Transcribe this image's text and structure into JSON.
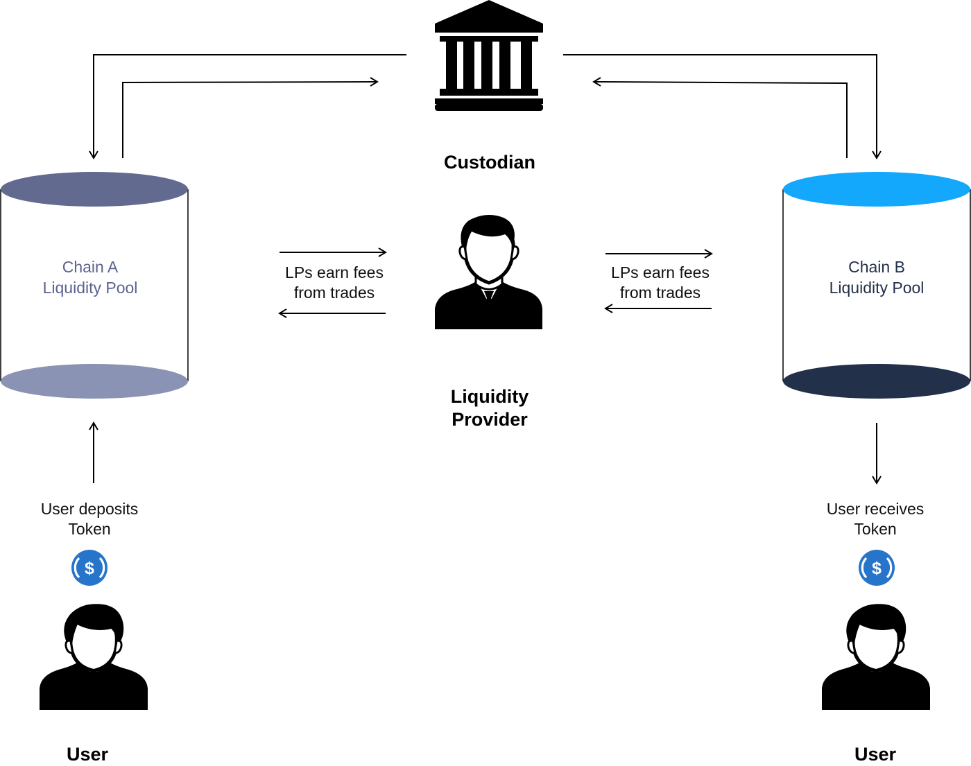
{
  "nodes": {
    "custodian": {
      "label": "Custodian"
    },
    "liquidity_provider": {
      "line1": "Liquidity",
      "line2": "Provider"
    },
    "chain_a_pool": {
      "line1": "Chain A",
      "line2": "Liquidity Pool"
    },
    "chain_b_pool": {
      "line1": "Chain B",
      "line2": "Liquidity Pool"
    },
    "user_left": {
      "label": "User"
    },
    "user_right": {
      "label": "User"
    }
  },
  "edges": {
    "lp_left": {
      "line1": "LPs earn fees",
      "line2": "from trades"
    },
    "lp_right": {
      "line1": "LPs earn fees",
      "line2": "from trades"
    },
    "deposit": {
      "line1": "User deposits",
      "line2": "Token"
    },
    "receive": {
      "line1": "User receives",
      "line2": "Token"
    }
  },
  "icons": {
    "bank": "bank-icon",
    "business_person": "business-person-icon",
    "user": "user-icon",
    "token": "usdc-token-icon"
  },
  "colors": {
    "chain_a_top": "#626a8f",
    "chain_a_bottom": "#8a93b3",
    "chain_a_text": "#5a6390",
    "chain_b_top": "#13a8fb",
    "chain_b_bottom": "#22304a",
    "chain_b_text": "#22304a",
    "token_blue": "#2775ca"
  }
}
